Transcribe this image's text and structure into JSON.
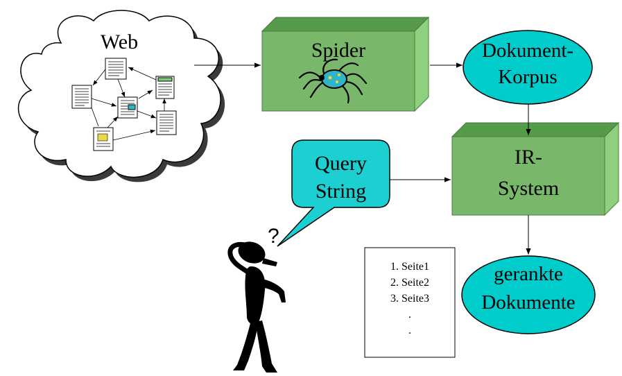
{
  "nodes": {
    "web": {
      "label": "Web"
    },
    "spider": {
      "label": "Spider"
    },
    "korpus": {
      "line1": "Dokument-",
      "line2": "Korpus"
    },
    "ir": {
      "line1": "IR-",
      "line2": "System"
    },
    "query": {
      "line1": "Query",
      "line2": "String"
    },
    "ranked": {
      "line1": "gerankte",
      "line2": "Dokumente"
    }
  },
  "result_list": {
    "items": [
      "1. Seite1",
      "2. Seite2",
      "3. Seite3",
      ".",
      "."
    ]
  },
  "colors": {
    "box_front": "#79b86b",
    "box_top": "#569a4b",
    "box_side": "#8fd07f",
    "ellipse": "#00cccc",
    "bubble": "#1ccfd0",
    "spider_body": "#2fb5c8"
  },
  "icons": {
    "web": "cloud-icon",
    "spider": "spider-icon",
    "person": "thinking-person-icon"
  }
}
